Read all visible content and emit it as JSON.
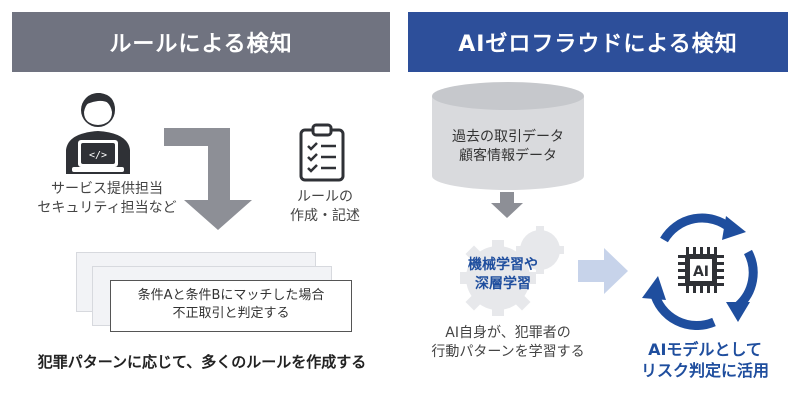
{
  "left_panel": {
    "title": "ルールによる検知",
    "person_caption_line1": "サービス提供担当",
    "person_caption_line2": "セキュリティ担当など",
    "rule_caption_line1": "ルールの",
    "rule_caption_line2": "作成・記述",
    "rule_card_line1": "条件Aと条件Bにマッチした場合",
    "rule_card_line2": "不正取引と判定する",
    "summary": "犯罪パターンに応じて、多くのルールを作成する"
  },
  "right_panel": {
    "title": "AIゼロフラウドによる検知",
    "db_line1": "過去の取引データ",
    "db_line2": "顧客情報データ",
    "ml_line1": "機械学習や",
    "ml_line2": "深層学習",
    "ml_caption_line1": "AI自身が、犯罪者の",
    "ml_caption_line2": "行動パターンを学習する",
    "chip_label": "AI",
    "result_line1": "AIモデルとして",
    "result_line2": "リスク判定に活用"
  },
  "colors": {
    "left_header": "#707380",
    "right_header": "#2d4f9a",
    "icon_dark": "#2f3136",
    "arrow_gray": "#8d8f96",
    "arrow_light_blue": "#c7d3ea",
    "accent_blue": "#1f4e9e"
  },
  "icons": [
    "developer-person-icon",
    "checklist-icon",
    "database-icon",
    "gear-icon",
    "ai-chip-icon",
    "cycle-arrows-icon"
  ]
}
